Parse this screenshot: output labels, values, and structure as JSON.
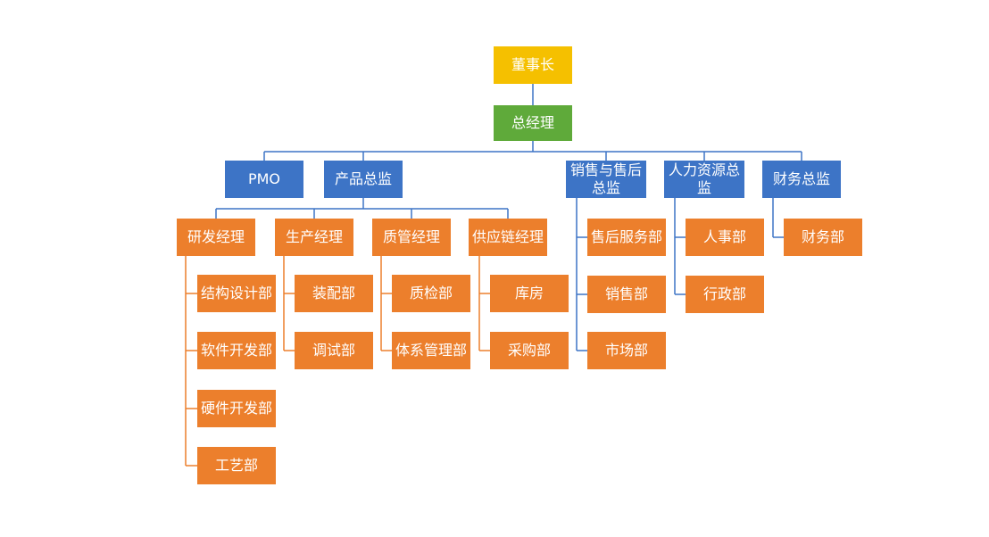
{
  "colors": {
    "chairman": "#f5c000",
    "gm": "#5faa3a",
    "director": "#3d74c6",
    "department": "#ec7f2c",
    "line_blue": "#3d74c6",
    "line_orange": "#ec7f2c"
  },
  "chairman": "董事长",
  "gm": "总经理",
  "directors": {
    "pmo": "PMO",
    "product": "产品总监",
    "sales": "销售与售后总监",
    "hr": "人力资源总监",
    "finance": "财务总监"
  },
  "managers": {
    "rd": "研发经理",
    "production": "生产经理",
    "quality": "质管经理",
    "supply": "供应链经理"
  },
  "departments": {
    "structural": "结构设计部",
    "software": "软件开发部",
    "hardware": "硬件开发部",
    "process": "工艺部",
    "assembly": "装配部",
    "debug": "调试部",
    "inspection": "质检部",
    "system_mgmt": "体系管理部",
    "warehouse": "库房",
    "purchasing": "采购部",
    "after_sales": "售后服务部",
    "sales": "销售部",
    "marketing": "市场部",
    "personnel": "人事部",
    "admin": "行政部",
    "finance": "财务部"
  }
}
